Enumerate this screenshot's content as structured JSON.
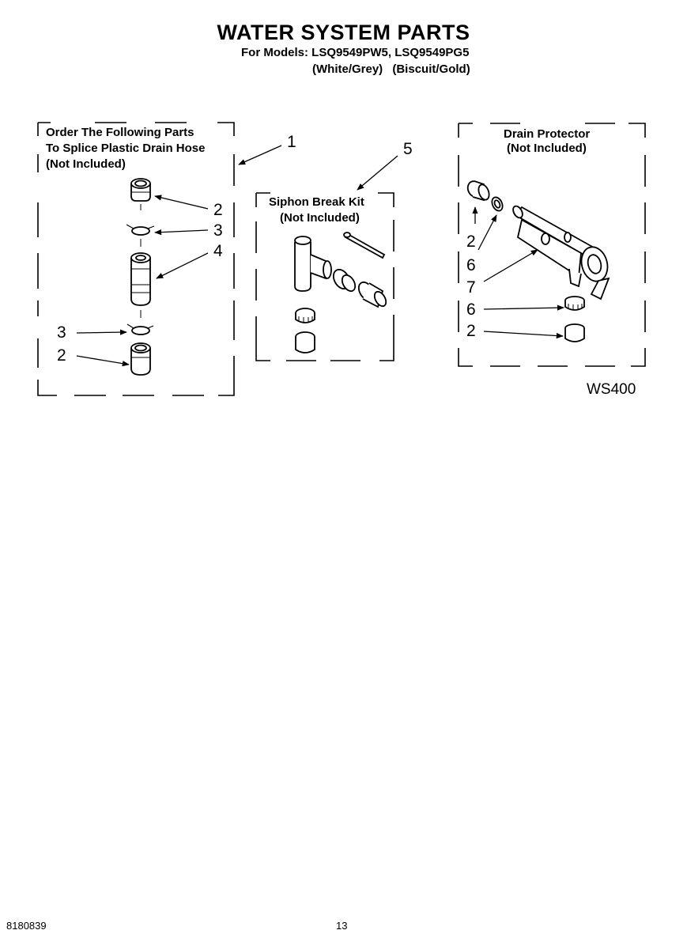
{
  "header": {
    "title": "WATER SYSTEM PARTS",
    "models_line": "For Models: LSQ9549PW5, LSQ9549PG5",
    "color_white_grey": "(White/Grey)",
    "color_biscuit_gold": "(Biscuit/Gold)"
  },
  "groups": {
    "splice": {
      "line1": "Order The Following Parts",
      "line2": "To Splice Plastic Drain Hose",
      "line3": "(Not Included)"
    },
    "siphon": {
      "line1": "Siphon Break Kit",
      "line2": "(Not Included)"
    },
    "drain": {
      "line1": "Drain Protector",
      "line2": "(Not Included)"
    }
  },
  "callouts": {
    "c1": "1",
    "c5": "5",
    "splice_2a": "2",
    "splice_3a": "3",
    "splice_4": "4",
    "splice_3b": "3",
    "splice_2b": "2",
    "drain_2a": "2",
    "drain_6a": "6",
    "drain_7": "7",
    "drain_6b": "6",
    "drain_2b": "2"
  },
  "diagram_code": "WS400",
  "footer": {
    "doc_number": "8180839",
    "page_number": "13"
  }
}
